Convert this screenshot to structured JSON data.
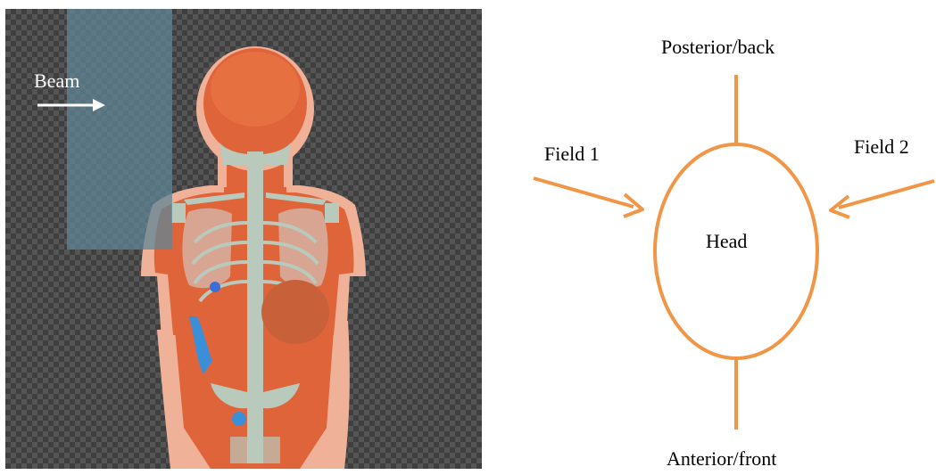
{
  "left_panel": {
    "beam_label": "Beam"
  },
  "right_panel": {
    "top_label": "Posterior/back",
    "bottom_label": "Anterior/front",
    "left_field_label": "Field 1",
    "right_field_label": "Field 2",
    "center_label": "Head"
  },
  "colors": {
    "checker_dark": "#3f3f3f",
    "checker_light": "#545454",
    "beam_fill": "#5f8596",
    "tissue_orange": "#e0643a",
    "skin_peach": "#efb197",
    "bone": "#b9c9bc",
    "lung_pink": "#d8a593",
    "schematic_orange": "#f09646"
  }
}
